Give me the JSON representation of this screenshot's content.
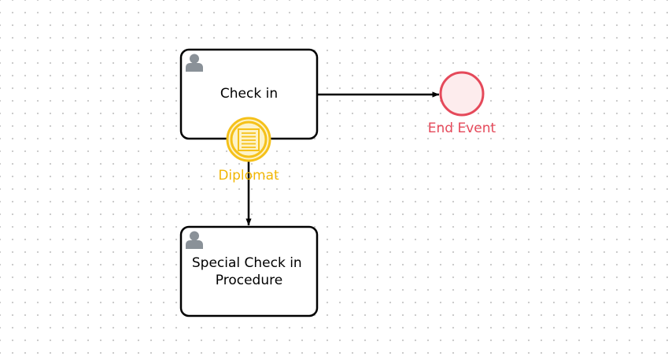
{
  "diagram": {
    "tasks": [
      {
        "id": "check-in",
        "type": "user-task",
        "icon": "user-icon",
        "label_lines": [
          "Check in"
        ]
      },
      {
        "id": "special-check-in",
        "type": "user-task",
        "icon": "user-icon",
        "label_lines": [
          "Special Check in",
          "Procedure"
        ]
      }
    ],
    "boundary_event": {
      "type": "conditional-boundary-event",
      "icon": "conditional-document-icon",
      "label": "Diplomat",
      "color": "#f5c11a",
      "label_color": "#f2b705"
    },
    "end_event": {
      "type": "end-event",
      "label": "End Event",
      "color": "#e5495a",
      "fill": "#fdeced"
    },
    "flows": [
      {
        "from": "check-in",
        "to": "end-event"
      },
      {
        "from": "diplomat-boundary-event",
        "to": "special-check-in"
      }
    ]
  }
}
